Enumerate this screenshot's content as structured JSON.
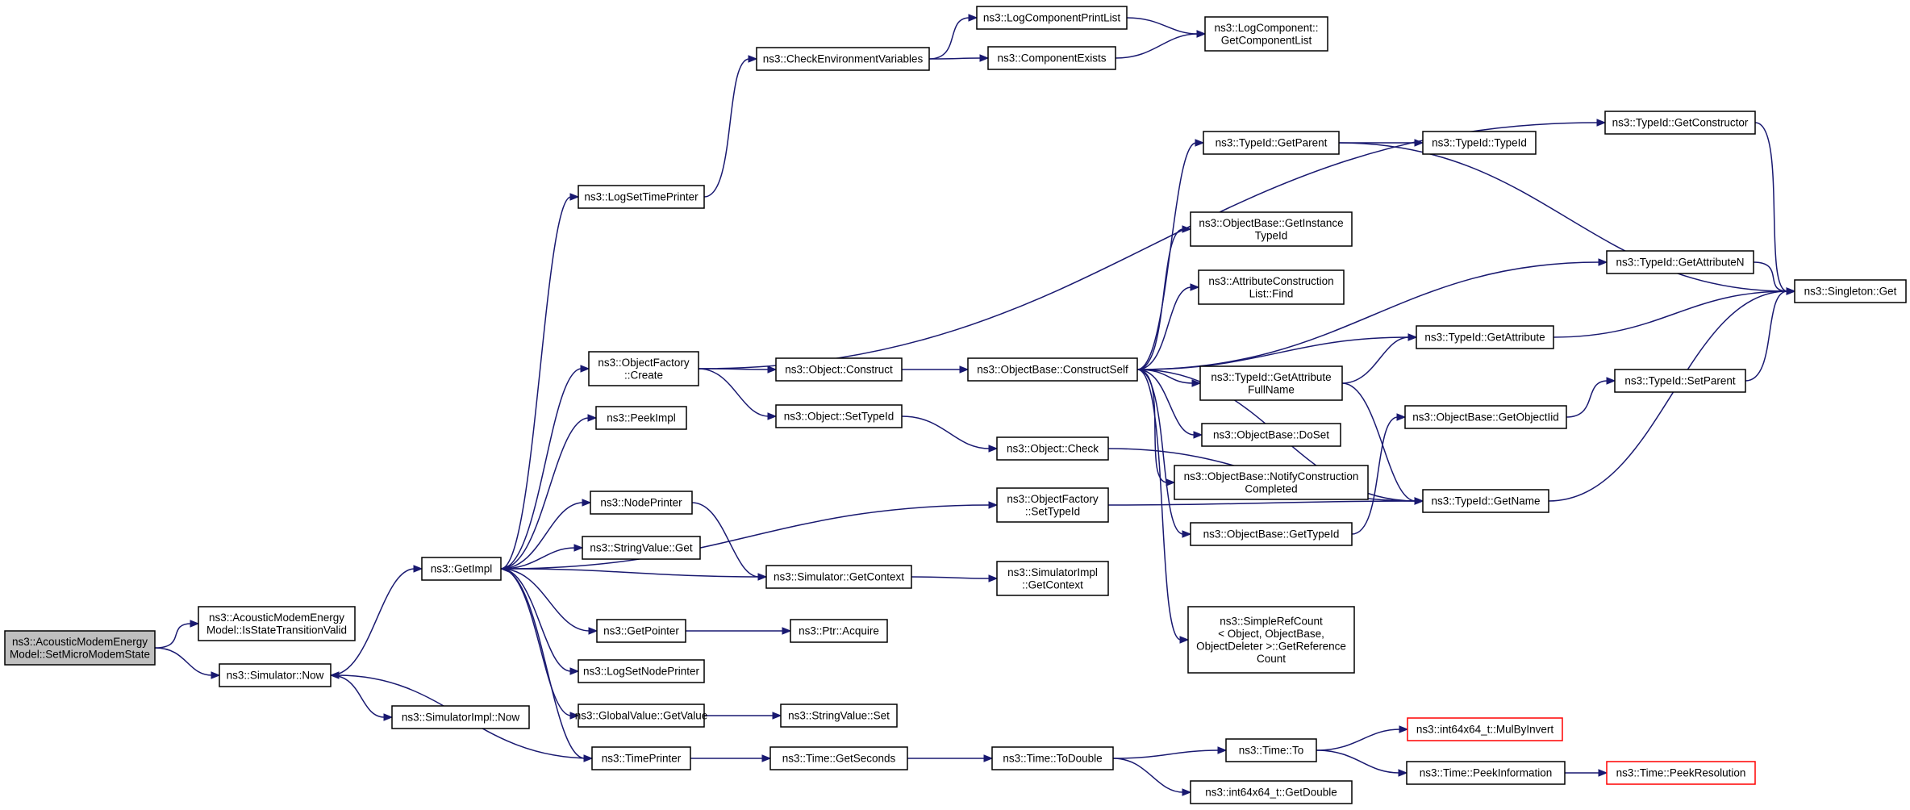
{
  "nodes": [
    {
      "id": "root",
      "lines": [
        "ns3::AcousticModemEnergy",
        "Model::SetMicroModemState"
      ],
      "style": "root"
    },
    {
      "id": "isvalid",
      "lines": [
        "ns3::AcousticModemEnergy",
        "Model::IsStateTransitionValid"
      ]
    },
    {
      "id": "simnow",
      "lines": [
        "ns3::Simulator::Now"
      ]
    },
    {
      "id": "implnow",
      "lines": [
        "ns3::SimulatorImpl::Now"
      ]
    },
    {
      "id": "getimpl",
      "lines": [
        "ns3::GetImpl"
      ]
    },
    {
      "id": "logsettime",
      "lines": [
        "ns3::LogSetTimePrinter"
      ]
    },
    {
      "id": "checkenv",
      "lines": [
        "ns3::CheckEnvironmentVariables"
      ]
    },
    {
      "id": "logprintlist",
      "lines": [
        "ns3::LogComponentPrintList"
      ]
    },
    {
      "id": "compexists",
      "lines": [
        "ns3::ComponentExists"
      ]
    },
    {
      "id": "getcomplist",
      "lines": [
        "ns3::LogComponent::",
        "GetComponentList"
      ]
    },
    {
      "id": "objfactcreate",
      "lines": [
        "ns3::ObjectFactory",
        "::Create"
      ]
    },
    {
      "id": "peekimpl",
      "lines": [
        "ns3::PeekImpl"
      ]
    },
    {
      "id": "nodeprinter",
      "lines": [
        "ns3::NodePrinter"
      ]
    },
    {
      "id": "strvalget",
      "lines": [
        "ns3::StringValue::Get"
      ]
    },
    {
      "id": "getpointer",
      "lines": [
        "ns3::GetPointer"
      ]
    },
    {
      "id": "logsetnode",
      "lines": [
        "ns3::LogSetNodePrinter"
      ]
    },
    {
      "id": "globalget",
      "lines": [
        "ns3::GlobalValue::GetValue"
      ]
    },
    {
      "id": "timeprinter",
      "lines": [
        "ns3::TimePrinter"
      ]
    },
    {
      "id": "objconstruct",
      "lines": [
        "ns3::Object::Construct"
      ]
    },
    {
      "id": "objsettypeid",
      "lines": [
        "ns3::Object::SetTypeId"
      ]
    },
    {
      "id": "simgetctx",
      "lines": [
        "ns3::Simulator::GetContext"
      ]
    },
    {
      "id": "ptracquire",
      "lines": [
        "ns3::Ptr::Acquire"
      ]
    },
    {
      "id": "strvalset",
      "lines": [
        "ns3::StringValue::Set"
      ]
    },
    {
      "id": "timegetsec",
      "lines": [
        "ns3::Time::GetSeconds"
      ]
    },
    {
      "id": "constructself",
      "lines": [
        "ns3::ObjectBase::ConstructSelf"
      ]
    },
    {
      "id": "objcheck",
      "lines": [
        "ns3::Object::Check"
      ]
    },
    {
      "id": "objfactset",
      "lines": [
        "ns3::ObjectFactory",
        "::SetTypeId"
      ]
    },
    {
      "id": "implgetctx",
      "lines": [
        "ns3::SimulatorImpl",
        "::GetContext"
      ]
    },
    {
      "id": "timetodouble",
      "lines": [
        "ns3::Time::ToDouble"
      ]
    },
    {
      "id": "tidgetparent",
      "lines": [
        "ns3::TypeId::GetParent"
      ]
    },
    {
      "id": "getinst",
      "lines": [
        "ns3::ObjectBase::GetInstance",
        "TypeId"
      ]
    },
    {
      "id": "attrfind",
      "lines": [
        "ns3::AttributeConstruction",
        "List::Find"
      ]
    },
    {
      "id": "getattrfull",
      "lines": [
        "ns3::TypeId::GetAttribute",
        "FullName"
      ]
    },
    {
      "id": "doset",
      "lines": [
        "ns3::ObjectBase::DoSet"
      ]
    },
    {
      "id": "notify",
      "lines": [
        "ns3::ObjectBase::NotifyConstruction",
        "Completed"
      ]
    },
    {
      "id": "obgettypeid",
      "lines": [
        "ns3::ObjectBase::GetTypeId"
      ]
    },
    {
      "id": "refcount",
      "lines": [
        "ns3::SimpleRefCount",
        "< Object, ObjectBase,",
        "ObjectDeleter >::GetReference",
        "Count"
      ]
    },
    {
      "id": "timeto",
      "lines": [
        "ns3::Time::To"
      ]
    },
    {
      "id": "getdouble",
      "lines": [
        "ns3::int64x64_t::GetDouble"
      ]
    },
    {
      "id": "tidtypeid",
      "lines": [
        "ns3::TypeId::TypeId"
      ]
    },
    {
      "id": "tidgetconstructor",
      "lines": [
        "ns3::TypeId::GetConstructor"
      ]
    },
    {
      "id": "tidgetattrn",
      "lines": [
        "ns3::TypeId::GetAttributeN"
      ]
    },
    {
      "id": "tidgetattr",
      "lines": [
        "ns3::TypeId::GetAttribute"
      ]
    },
    {
      "id": "getobjectiid",
      "lines": [
        "ns3::ObjectBase::GetObjectIid"
      ]
    },
    {
      "id": "tidgetname",
      "lines": [
        "ns3::TypeId::GetName"
      ]
    },
    {
      "id": "mulbyinvert",
      "lines": [
        "ns3::int64x64_t::MulByInvert"
      ],
      "style": "red"
    },
    {
      "id": "peekinfo",
      "lines": [
        "ns3::Time::PeekInformation"
      ]
    },
    {
      "id": "tidsetparent",
      "lines": [
        "ns3::TypeId::SetParent"
      ]
    },
    {
      "id": "singleton",
      "lines": [
        "ns3::Singleton::Get"
      ]
    },
    {
      "id": "peekres",
      "lines": [
        "ns3::Time::PeekResolution"
      ],
      "style": "red"
    }
  ],
  "edges": [
    [
      "root",
      "isvalid"
    ],
    [
      "root",
      "simnow"
    ],
    [
      "simnow",
      "getimpl"
    ],
    [
      "simnow",
      "implnow"
    ],
    [
      "getimpl",
      "logsettime"
    ],
    [
      "getimpl",
      "objfactcreate"
    ],
    [
      "getimpl",
      "peekimpl"
    ],
    [
      "getimpl",
      "nodeprinter"
    ],
    [
      "getimpl",
      "strvalget"
    ],
    [
      "getimpl",
      "getpointer"
    ],
    [
      "getimpl",
      "logsetnode"
    ],
    [
      "getimpl",
      "globalget"
    ],
    [
      "getimpl",
      "timeprinter"
    ],
    [
      "getimpl",
      "objfactset"
    ],
    [
      "logsettime",
      "checkenv"
    ],
    [
      "checkenv",
      "logprintlist"
    ],
    [
      "checkenv",
      "compexists"
    ],
    [
      "logprintlist",
      "getcomplist"
    ],
    [
      "compexists",
      "getcomplist"
    ],
    [
      "objfactcreate",
      "objconstruct"
    ],
    [
      "objfactcreate",
      "objsettypeid"
    ],
    [
      "objfactcreate",
      "tidgetconstructor"
    ],
    [
      "objconstruct",
      "constructself"
    ],
    [
      "objsettypeid",
      "objcheck"
    ],
    [
      "nodeprinter",
      "simgetctx"
    ],
    [
      "simgetctx",
      "getimpl"
    ],
    [
      "simgetctx",
      "implgetctx"
    ],
    [
      "getpointer",
      "ptracquire"
    ],
    [
      "globalget",
      "strvalset"
    ],
    [
      "timeprinter",
      "simnow"
    ],
    [
      "timeprinter",
      "timegetsec"
    ],
    [
      "timegetsec",
      "timetodouble"
    ],
    [
      "timetodouble",
      "timeto"
    ],
    [
      "timetodouble",
      "getdouble"
    ],
    [
      "timeto",
      "mulbyinvert"
    ],
    [
      "timeto",
      "peekinfo"
    ],
    [
      "peekinfo",
      "peekres"
    ],
    [
      "constructself",
      "tidgetparent"
    ],
    [
      "constructself",
      "getinst"
    ],
    [
      "constructself",
      "attrfind"
    ],
    [
      "constructself",
      "tidgetattrn"
    ],
    [
      "constructself",
      "tidgetattr"
    ],
    [
      "constructself",
      "getattrfull"
    ],
    [
      "constructself",
      "doset"
    ],
    [
      "constructself",
      "notify"
    ],
    [
      "constructself",
      "obgettypeid"
    ],
    [
      "constructself",
      "refcount"
    ],
    [
      "constructself",
      "tidgetname"
    ],
    [
      "objcheck",
      "tidgetname"
    ],
    [
      "objfactset",
      "tidgetname"
    ],
    [
      "getattrfull",
      "tidgetattr"
    ],
    [
      "getattrfull",
      "tidgetname"
    ],
    [
      "obgettypeid",
      "getobjectiid"
    ],
    [
      "getobjectiid",
      "tidsetparent"
    ],
    [
      "tidgetparent",
      "tidtypeid"
    ],
    [
      "tidgetparent",
      "singleton"
    ],
    [
      "tidgetconstructor",
      "singleton"
    ],
    [
      "tidgetattrn",
      "singleton"
    ],
    [
      "tidgetattr",
      "singleton"
    ],
    [
      "tidsetparent",
      "singleton"
    ],
    [
      "tidgetname",
      "singleton"
    ]
  ]
}
